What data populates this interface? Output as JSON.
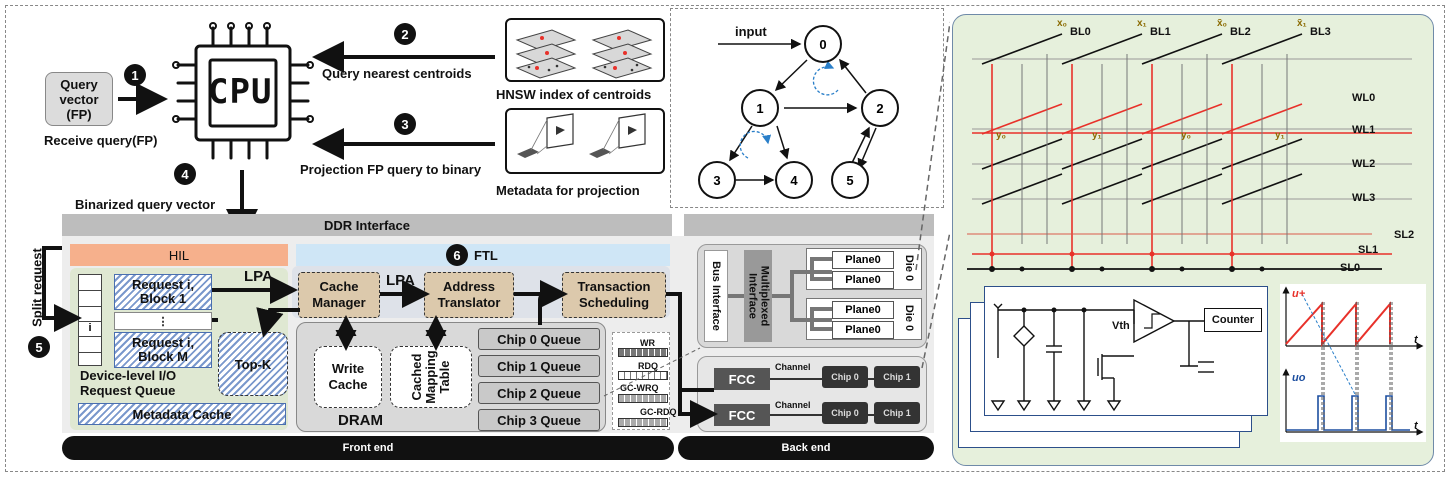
{
  "steps": {
    "s1": "1",
    "s2": "2",
    "s3": "3",
    "s4": "4",
    "s5": "5",
    "s6": "6"
  },
  "host": {
    "query_vector": "Query vector (FP)",
    "receive_query": "Receive query(FP)",
    "cpu": "CPU",
    "query_nearest": "Query nearest centroids",
    "hnsw_index": "HNSW index of centroids",
    "projection": "Projection FP query to binary",
    "metadata_projection": "Metadata for projection",
    "binarized_query": "Binarized query vector"
  },
  "graph": {
    "input": "input",
    "nodes": [
      "0",
      "1",
      "2",
      "3",
      "4",
      "5"
    ]
  },
  "ssd": {
    "ddr_interface": "DDR Interface",
    "split_request": "Split request",
    "hil": "HIL",
    "ftl": "FTL",
    "lpa_1": "LPA",
    "lpa_2": "LPA",
    "request_block1": "Request i, Block 1",
    "ellipsis": "⋮",
    "request_blockm": "Request i, Block M",
    "queue_index": "i",
    "topk": "Top-K",
    "io_queue": "Device-level I/O Request Queue",
    "metadata_cache": "Metadata Cache",
    "cache_manager": "Cache Manager",
    "address_translator": "Address Translator",
    "transaction_scheduling": "Transaction Scheduling",
    "write_cache": "Write Cache",
    "cached_mapping_table": "Cached Mapping Table",
    "dram": "DRAM",
    "chip_queues": [
      "Chip 0 Queue",
      "Chip 1 Queue",
      "Chip 2 Queue",
      "Chip 3 Queue"
    ],
    "wr": "WR",
    "rdq": "RDQ",
    "gc_wrq": "GC-WRQ",
    "gc_rdq": "GC-RDQ",
    "bus_interface": "Bus Interface",
    "multiplexed_interface": "Multiplexed Interface",
    "planes": [
      "Plane0",
      "Plane0",
      "Plane0",
      "Plane0"
    ],
    "die0_a": "Die 0",
    "die0_b": "Die 0",
    "fcc": [
      "FCC",
      "FCC"
    ],
    "channel": [
      "Channel",
      "Channel"
    ],
    "chips": [
      "Chip 0",
      "Chip 1",
      "Chip 0",
      "Chip 1"
    ],
    "front_end": "Front end",
    "back_end": "Back end"
  },
  "crossbar": {
    "bitlines": [
      "BL0",
      "BL1",
      "BL2",
      "BL3"
    ],
    "inputs": [
      "x₀",
      "x₁",
      "x̄₀",
      "x̄₁"
    ],
    "wordlines": [
      "WL0",
      "WL1",
      "WL2",
      "WL3"
    ],
    "cell_labels": [
      "y₀",
      "y₁",
      "y₀",
      "y₁"
    ],
    "sourcelines": [
      "SL2",
      "SL1",
      "SL0"
    ],
    "vth": "Vth",
    "counter": "Counter",
    "u_plus": "u+",
    "u_o": "uo",
    "t1": "t",
    "t2": "t"
  },
  "colors": {
    "hil": "#f6b08c",
    "ftl": "#cfe6f6",
    "tan": "#dcc9ac",
    "crossbar_bg": "#e6f0dc",
    "red": "#e8312a",
    "blue": "#1d4fa0"
  }
}
